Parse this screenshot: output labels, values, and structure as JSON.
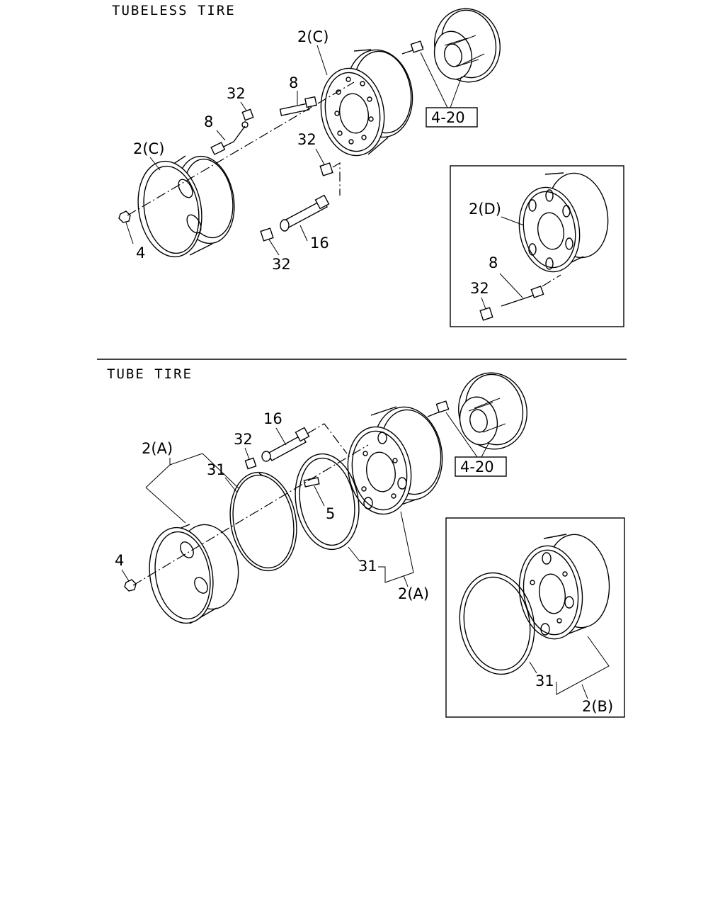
{
  "sections": {
    "tubeless": {
      "title": "TUBELESS TIRE"
    },
    "tube": {
      "title": "TUBE TIRE"
    }
  },
  "labels": {
    "tubeless": {
      "wheel_top": "2(C)",
      "wheel_left": "2(C)",
      "valve_8_upper": "8",
      "valve_8_left": "8",
      "cap_32_left": "32",
      "cap_32_mid": "32",
      "cap_32_bottom": "32",
      "nut_4": "4",
      "extension_16": "16",
      "hub_ref": "4-20",
      "inset_wheel": "2(D)",
      "inset_valve_8": "8",
      "inset_cap_32": "32"
    },
    "tube": {
      "extension_16": "16",
      "cap_32": "32",
      "wheel_2a_top": "2(A)",
      "ring_31_top": "31",
      "stud_5": "5",
      "nut_4": "4",
      "ring_31_bottom": "31",
      "wheel_2a_bottom": "2(A)",
      "hub_ref": "4-20",
      "inset_ring_31": "31",
      "inset_wheel": "2(B)"
    }
  }
}
